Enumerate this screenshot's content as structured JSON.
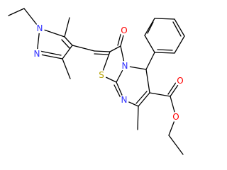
{
  "atoms": [
    {
      "id": "N1",
      "label": "N",
      "color": "#3333ff"
    },
    {
      "id": "N2",
      "label": "N",
      "color": "#3333ff"
    },
    {
      "id": "S",
      "label": "S",
      "color": "#b5a000"
    },
    {
      "id": "O1",
      "label": "O",
      "color": "#ff0000"
    },
    {
      "id": "N3",
      "label": "N",
      "color": "#3333ff"
    },
    {
      "id": "N4",
      "label": "N",
      "color": "#3333ff"
    },
    {
      "id": "O2",
      "label": "O",
      "color": "#ff0000"
    },
    {
      "id": "O3",
      "label": "O",
      "color": "#ff0000"
    }
  ]
}
